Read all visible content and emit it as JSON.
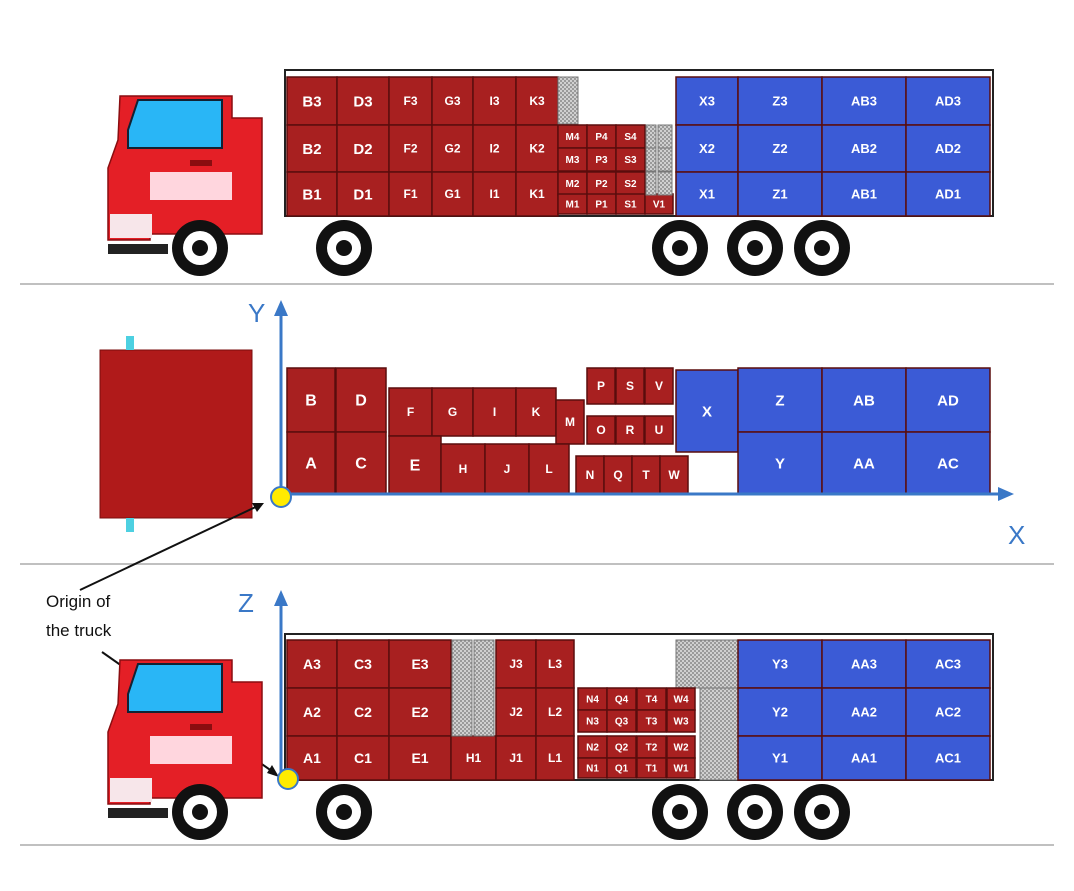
{
  "axes": {
    "y_label": "Y",
    "x_label": "X",
    "z_label": "Z"
  },
  "origin_label": [
    "Origin of",
    "the truck"
  ],
  "colors": {
    "box_red": "#a82020",
    "box_blue": "#3b5bd6",
    "axis_blue": "#3a78c7",
    "cab_red": "#e41f26",
    "glass": "#29b6f6",
    "origin_yellow": "#ffeb00",
    "spacer_gray": "#b9b9b9",
    "ground": "#c0c0c0"
  },
  "icons": [
    "truck-cab-icon",
    "truck-front-icon",
    "wheel-icon",
    "origin-marker-icon",
    "axis-arrow-icon"
  ],
  "top_view": {
    "red_rows": [
      [
        "B3",
        "D3",
        "F3",
        "G3",
        "I3",
        "K3"
      ],
      [
        "B2",
        "D2",
        "F2",
        "G2",
        "I2",
        "K2"
      ],
      [
        "B1",
        "D1",
        "F1",
        "G1",
        "I1",
        "K1"
      ]
    ],
    "small_rows": [
      [
        "M4",
        "P4",
        "S4"
      ],
      [
        "M3",
        "P3",
        "S3"
      ],
      [
        "M2",
        "P2",
        "S2"
      ],
      [
        "M1",
        "P1",
        "S1",
        "V1"
      ]
    ],
    "blue_rows": [
      [
        "X3",
        "Z3",
        "AB3",
        "AD3"
      ],
      [
        "X2",
        "Z2",
        "AB2",
        "AD2"
      ],
      [
        "X1",
        "Z1",
        "AB1",
        "AD1"
      ]
    ]
  },
  "middle_view": {
    "red_top": [
      "B",
      "D",
      "F",
      "G",
      "I",
      "K",
      "M",
      "P",
      "S",
      "V"
    ],
    "red_mid": [
      "O",
      "R",
      "U"
    ],
    "red_bottom": [
      "A",
      "C",
      "E",
      "H",
      "J",
      "L",
      "N",
      "Q",
      "T",
      "W"
    ],
    "blue_top": [
      "X",
      "Z",
      "AB",
      "AD"
    ],
    "blue_bottom": [
      "Y",
      "AA",
      "AC"
    ]
  },
  "bottom_view": {
    "red_rows": [
      [
        "A3",
        "C3",
        "E3",
        "J3",
        "L3"
      ],
      [
        "A2",
        "C2",
        "E2",
        "J2",
        "L2"
      ],
      [
        "A1",
        "C1",
        "E1",
        "H1",
        "J1",
        "L1"
      ]
    ],
    "small_rows": [
      [
        "N4",
        "Q4",
        "T4",
        "W4"
      ],
      [
        "N3",
        "Q3",
        "T3",
        "W3"
      ],
      [
        "N2",
        "Q2",
        "T2",
        "W2"
      ],
      [
        "N1",
        "Q1",
        "T1",
        "W1"
      ]
    ],
    "blue_rows": [
      [
        "Y3",
        "AA3",
        "AC3"
      ],
      [
        "Y2",
        "AA2",
        "AC2"
      ],
      [
        "Y1",
        "AA1",
        "AC1"
      ]
    ]
  }
}
